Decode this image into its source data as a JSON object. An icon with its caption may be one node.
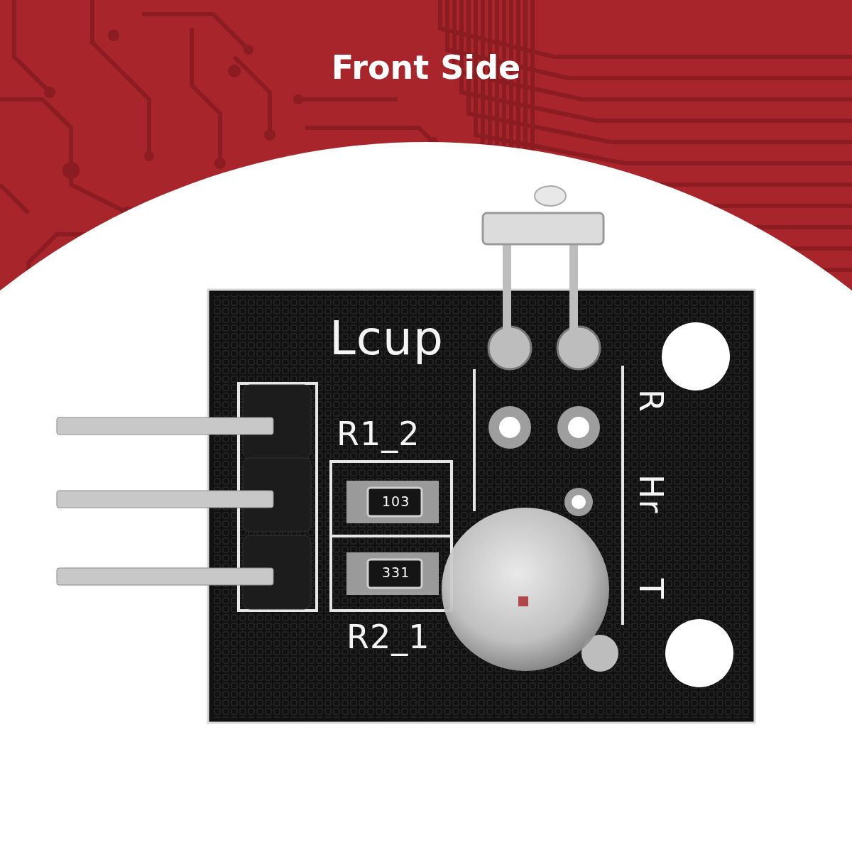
{
  "diagram": {
    "title": "Front Side",
    "labels": [
      "Lcup",
      "R1_2",
      "103",
      "331",
      "R2_1",
      "R",
      "Hr",
      "T"
    ]
  }
}
